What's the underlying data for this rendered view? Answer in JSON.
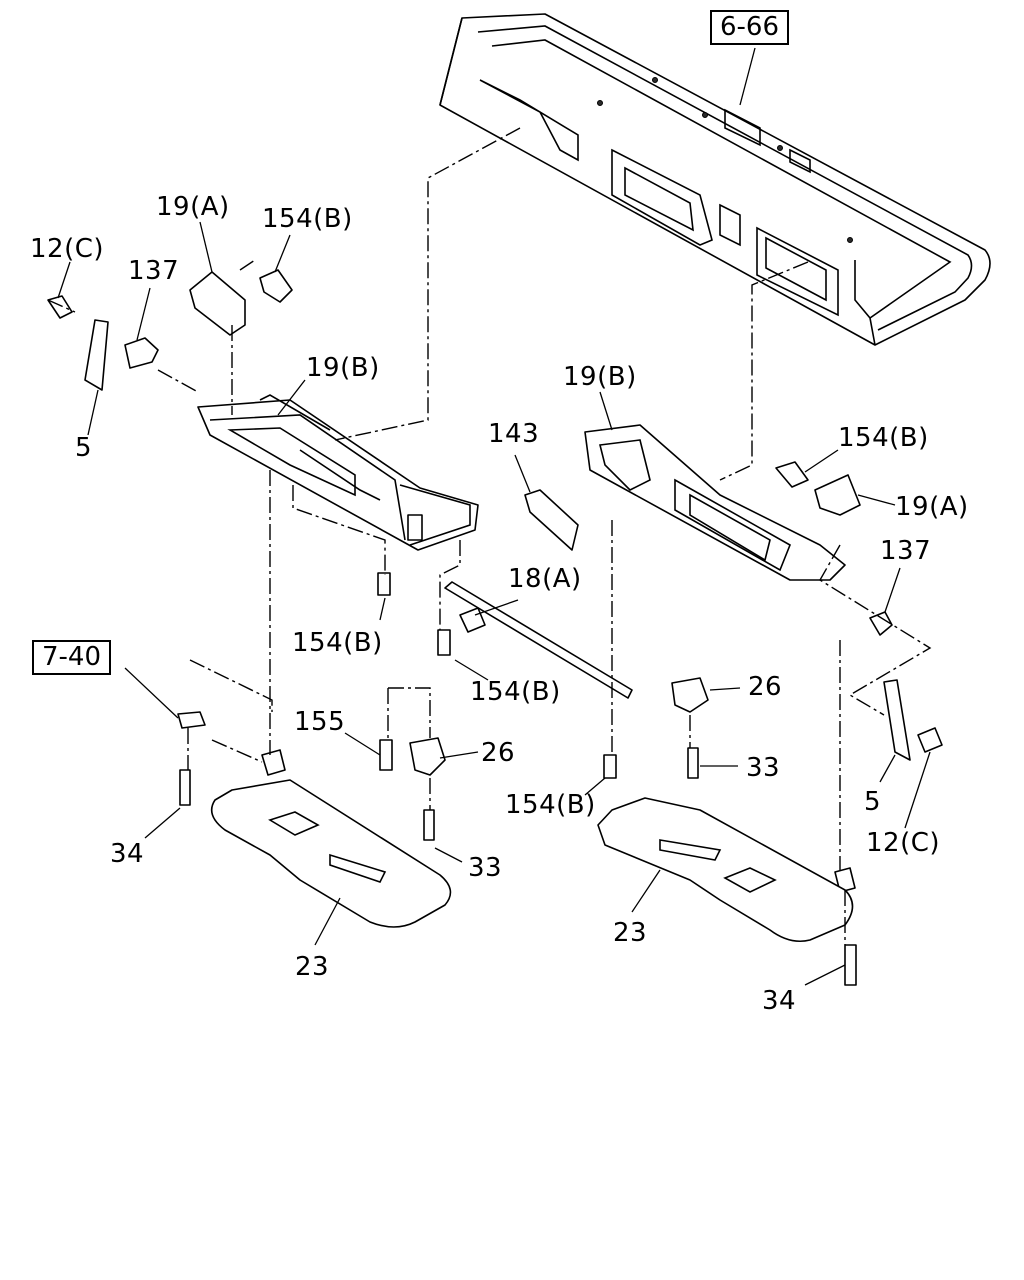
{
  "references": {
    "top_right": "6-66",
    "left": "7-40"
  },
  "callouts": {
    "c_12c_left": "12(C)",
    "c_137_left": "137",
    "c_19a_left": "19(A)",
    "c_154b_top": "154(B)",
    "c_5_left": "5",
    "c_19b_left": "19(B)",
    "c_143": "143",
    "c_19b_right": "19(B)",
    "c_154b_right": "154(B)",
    "c_19a_right": "19(A)",
    "c_137_right": "137",
    "c_18a": "18(A)",
    "c_154b_mid_left": "154(B)",
    "c_154b_mid": "154(B)",
    "c_155": "155",
    "c_26_left": "26",
    "c_26_right": "26",
    "c_33_right": "33",
    "c_33_left": "33",
    "c_154b_bottom": "154(B)",
    "c_5_right": "5",
    "c_12c_right": "12(C)",
    "c_34_left": "34",
    "c_23_left": "23",
    "c_23_right": "23",
    "c_34_right": "34"
  }
}
